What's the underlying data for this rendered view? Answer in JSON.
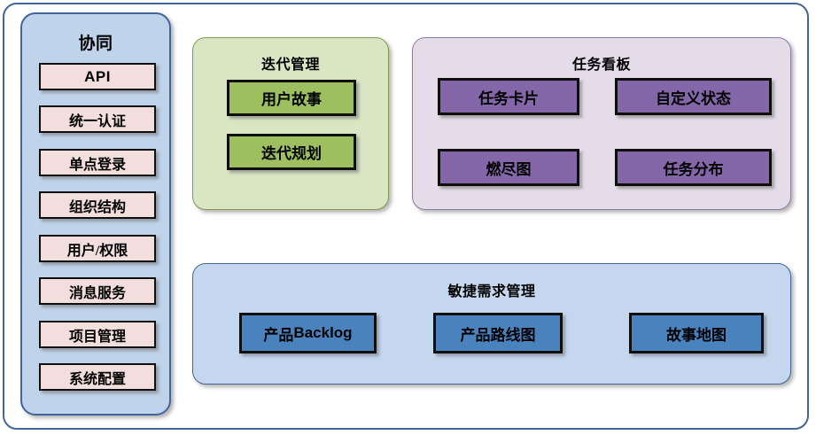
{
  "colors": {
    "frame_border": "#41659a",
    "sidebar_bg": "#bfd3ea",
    "sidebar_item_bg": "#f3dede",
    "green_panel_bg": "#d9e5c3",
    "green_box_bg": "#9dbf5f",
    "purple_panel_bg": "#e4dde9",
    "purple_box_bg": "#8467a9",
    "blue_panel_bg": "#c4d7ef",
    "blue_box_bg": "#4a82be",
    "box_border": "#0f0f0f"
  },
  "sidebar": {
    "title": "协同",
    "items": [
      {
        "label": "API"
      },
      {
        "label": "统一认证"
      },
      {
        "label": "单点登录"
      },
      {
        "label": "组织结构"
      },
      {
        "label": "用户/权限"
      },
      {
        "label": "消息服务"
      },
      {
        "label": "项目管理"
      },
      {
        "label": "系统配置"
      }
    ]
  },
  "iteration": {
    "title": "迭代管理",
    "boxes": [
      {
        "label": "用户故事"
      },
      {
        "label": "迭代规划"
      }
    ]
  },
  "taskboard": {
    "title": "任务看板",
    "boxes": [
      {
        "label": "任务卡片"
      },
      {
        "label": "自定义状态"
      },
      {
        "label": "燃尽图"
      },
      {
        "label": "任务分布"
      }
    ]
  },
  "agile": {
    "title": "敏捷需求管理",
    "boxes": [
      {
        "label": "产品Backlog",
        "prefix": "产品",
        "suffix": "Backlog"
      },
      {
        "label": "产品路线图"
      },
      {
        "label": "故事地图"
      }
    ]
  }
}
